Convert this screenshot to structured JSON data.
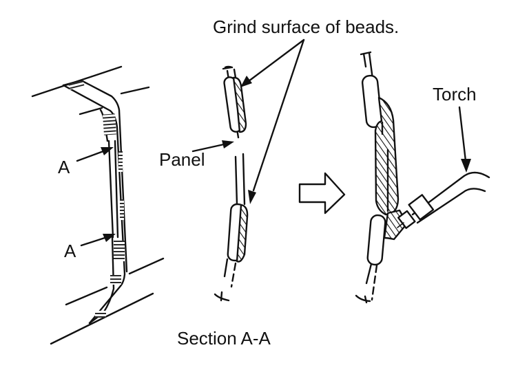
{
  "diagram": {
    "labels": {
      "grind": "Grind surface of beads.",
      "torch": "Torch",
      "panel": "Panel",
      "section_a_top": "A",
      "section_a_bottom": "A",
      "section_title": "Section A-A"
    },
    "icons": {
      "step_arrow": "hollow-right-arrow"
    },
    "colors": {
      "ink": "#111111",
      "background": "#ffffff"
    }
  }
}
